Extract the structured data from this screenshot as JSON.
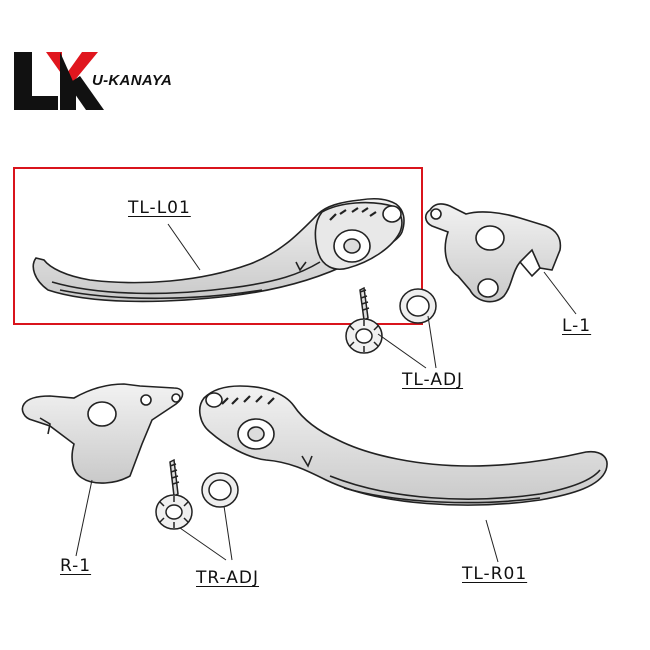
{
  "brand": {
    "logo_letters": "UK",
    "name": "U-KANAYA",
    "accent_color": "#e0161e",
    "dark_color": "#111111"
  },
  "highlight": {
    "color": "#d9141c",
    "target": "TL-L01"
  },
  "labels": {
    "tl_l01": "TL-L01",
    "l_1": "L-1",
    "tl_adj": "TL-ADJ",
    "r_1": "R-1",
    "tr_adj": "TR-ADJ",
    "tl_r01": "TL-R01"
  }
}
